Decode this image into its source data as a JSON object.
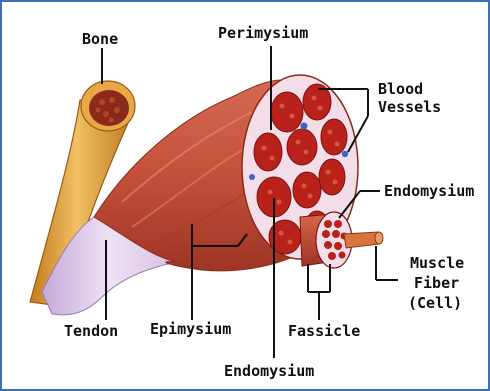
{
  "labels": {
    "bone": "Bone",
    "perimysium": "Perimysium",
    "blood_vessels_line1": "Blood",
    "blood_vessels_line2": "Vessels",
    "endomysium_top": "Endomysium",
    "muscle_fiber_line1": "Muscle",
    "muscle_fiber_line2": "Fiber",
    "muscle_fiber_line3": "(Cell)",
    "tendon": "Tendon",
    "epimysium": "Epimysium",
    "fassicle": "Fassicle",
    "endomysium_bottom": "Endomysium"
  },
  "colors": {
    "border": "#3b6fb6",
    "muscle": "#c8563e",
    "muscle_dark": "#9e3424",
    "bone": "#e3a03a",
    "bone_dark": "#b9741c",
    "marrow": "#8c2a1a",
    "tendon": "#d9c2e6",
    "fascicle_fill": "#b8221a",
    "perimysium": "#f3dde8",
    "blood_vessel": "#3a64c8"
  }
}
